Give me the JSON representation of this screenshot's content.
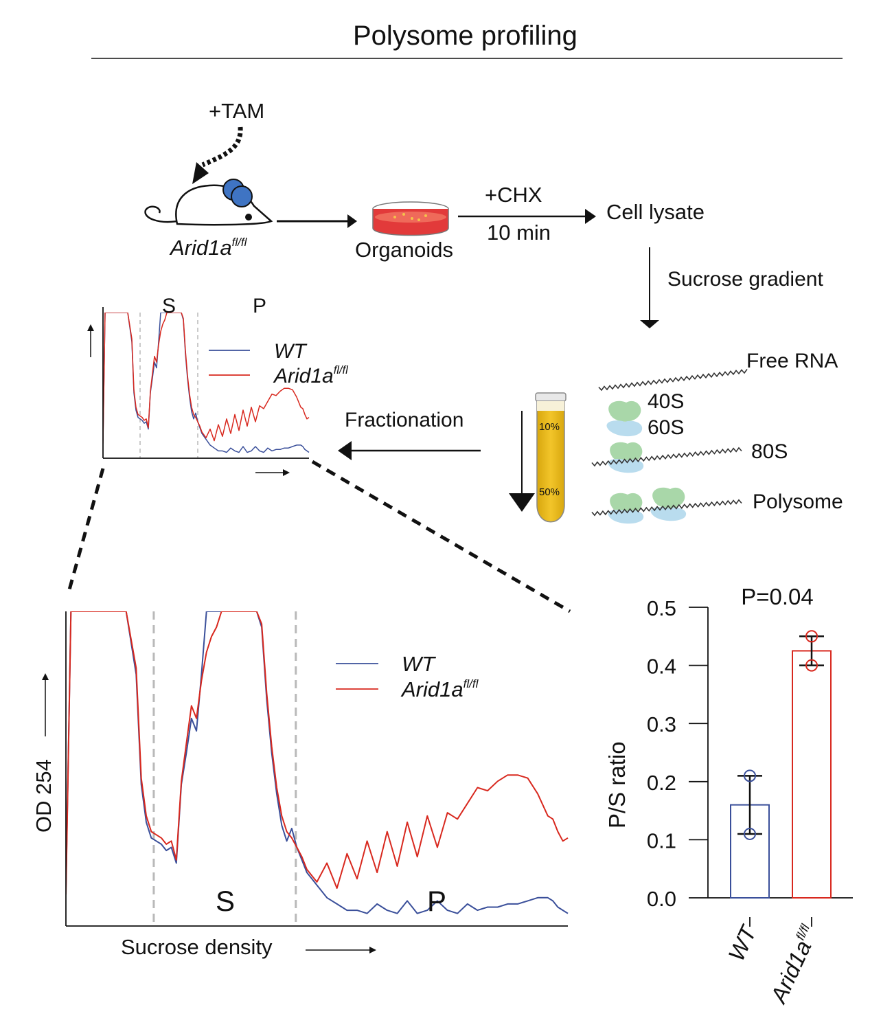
{
  "title": "Polysome profiling",
  "workflow": {
    "treatment": "+TAM",
    "mouse_label": "Arid1a",
    "mouse_label_sup": "fl/fl",
    "organoids": "Organoids",
    "chx": "+CHX",
    "chx_time": "10 min",
    "lysate": "Cell lysate",
    "gradient": "Sucrose gradient",
    "fractionation": "Fractionation",
    "tube_top": "10%",
    "tube_bottom": "50%",
    "free_rna": "Free RNA",
    "s40": "40S",
    "s60": "60S",
    "s80": "80S",
    "polysome": "Polysome"
  },
  "colors": {
    "wt": "#3a4f9a",
    "mut": "#d8281e",
    "dashed": "#b9b9b9",
    "tube": "#e8b718",
    "ribo_small": "#a9d7a9",
    "ribo_large": "#b9dcee",
    "mouse_eye": "#3f74c3",
    "dish": "#e23a3a"
  },
  "chart_data": [
    {
      "type": "line",
      "title": "",
      "xlabel": "Sucrose density",
      "ylabel": "OD 254",
      "region_labels": [
        "S",
        "P"
      ],
      "x_range": [
        0,
        100
      ],
      "y_range": [
        0,
        100
      ],
      "legend_position": "top-right",
      "series": [
        {
          "name": "WT",
          "color": "#3a4f9a",
          "x": [
            0,
            1,
            3,
            5,
            8,
            10,
            12,
            14,
            15,
            16,
            17,
            18,
            19,
            20,
            21,
            22,
            23,
            24,
            25,
            26,
            27,
            28,
            29,
            30,
            31,
            32,
            33,
            34,
            35,
            36,
            37,
            38,
            39,
            40,
            41,
            42,
            43,
            44,
            45,
            46,
            47,
            48,
            49,
            50,
            52,
            54,
            56,
            58,
            60,
            62,
            64,
            66,
            68,
            70,
            72,
            74,
            76,
            78,
            80,
            82,
            84,
            86,
            88,
            90,
            92,
            94,
            96,
            97,
            98,
            99,
            100
          ],
          "values": [
            12,
            100,
            100,
            100,
            100,
            100,
            100,
            80,
            45,
            33,
            28,
            27,
            26,
            24,
            25,
            20,
            45,
            55,
            66,
            62,
            80,
            100,
            100,
            100,
            100,
            100,
            100,
            100,
            100,
            100,
            100,
            100,
            95,
            72,
            55,
            42,
            32,
            27,
            31,
            25,
            21,
            17,
            15,
            13,
            9,
            7,
            5,
            5,
            4,
            7,
            5,
            4,
            8,
            4,
            5,
            8,
            5,
            4,
            7,
            5,
            6,
            6,
            7,
            7,
            8,
            9,
            9,
            8,
            6,
            5,
            4
          ]
        },
        {
          "name": "Arid1a fl/fl",
          "color": "#d8281e",
          "x": [
            0,
            1,
            3,
            5,
            8,
            10,
            12,
            14,
            15,
            16,
            17,
            18,
            19,
            20,
            21,
            22,
            23,
            24,
            25,
            26,
            27,
            28,
            29,
            30,
            31,
            32,
            33,
            34,
            35,
            36,
            37,
            38,
            39,
            40,
            41,
            42,
            43,
            44,
            45,
            46,
            47,
            48,
            49,
            50,
            52,
            54,
            56,
            58,
            60,
            62,
            64,
            66,
            68,
            70,
            72,
            74,
            76,
            78,
            80,
            82,
            84,
            86,
            88,
            90,
            92,
            94,
            96,
            97,
            98,
            99,
            100
          ],
          "values": [
            10,
            100,
            100,
            100,
            100,
            100,
            100,
            82,
            47,
            35,
            30,
            29,
            28,
            26,
            27,
            21,
            46,
            58,
            70,
            66,
            78,
            87,
            92,
            95,
            100,
            100,
            100,
            100,
            100,
            100,
            100,
            100,
            96,
            74,
            57,
            44,
            35,
            30,
            28,
            25,
            22,
            18,
            16,
            14,
            20,
            12,
            23,
            15,
            27,
            17,
            30,
            19,
            33,
            22,
            35,
            25,
            36,
            34,
            39,
            44,
            43,
            46,
            48,
            48,
            47,
            42,
            35,
            34,
            30,
            27,
            28
          ]
        }
      ]
    },
    {
      "type": "bar",
      "title": "P=0.04",
      "xlabel": "",
      "ylabel": "P/S ratio",
      "ylim": [
        0,
        0.5
      ],
      "yticks": [
        "0.0",
        "0.1",
        "0.2",
        "0.3",
        "0.4",
        "0.5"
      ],
      "categories": [
        "WT",
        "Arid1a fl/fl"
      ],
      "values": [
        0.16,
        0.425
      ],
      "points": [
        [
          0.11,
          0.21
        ],
        [
          0.4,
          0.45
        ]
      ],
      "errors": [
        [
          0.11,
          0.21
        ],
        [
          0.4,
          0.45
        ]
      ],
      "colors": [
        "#3a4f9a",
        "#d8281e"
      ]
    }
  ]
}
